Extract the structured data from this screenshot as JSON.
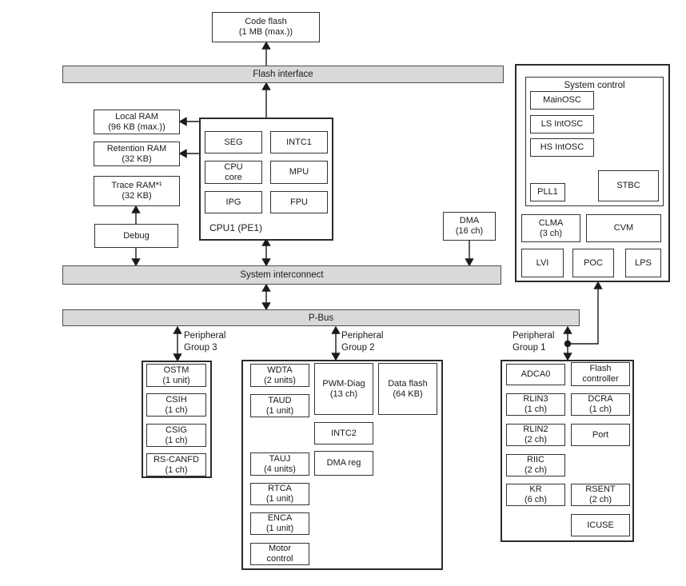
{
  "colors": {
    "bar_fill": "#d9d9d9",
    "box_border": "#333333",
    "text": "#1a1a1a"
  },
  "code_flash": {
    "l1": "Code flash",
    "l2": "(1 MB (max.))"
  },
  "buses": {
    "flash_interface": "Flash interface",
    "system_interconnect": "System interconnect",
    "p_bus": "P-Bus"
  },
  "memory": {
    "local_ram": {
      "l1": "Local RAM",
      "l2": "(96 KB (max.))"
    },
    "retention_ram": {
      "l1": "Retention RAM",
      "l2": "(32 KB)"
    },
    "trace_ram": {
      "l1": "Trace RAM*¹",
      "l2": "(32 KB)"
    },
    "debug": "Debug"
  },
  "cpu1": {
    "label": "CPU1 (PE1)",
    "seg": "SEG",
    "intc1": "INTC1",
    "cpu_core": {
      "l1": "CPU",
      "l2": "core"
    },
    "mpu": "MPU",
    "ipg": "IPG",
    "fpu": "FPU"
  },
  "dma": {
    "l1": "DMA",
    "l2": "(16 ch)"
  },
  "system_control": {
    "title": "System control",
    "mainosc": "MainOSC",
    "ls_intosc": "LS IntOSC",
    "hs_intosc": "HS IntOSC",
    "pll1": "PLL1",
    "stbc": "STBC",
    "clma": {
      "l1": "CLMA",
      "l2": "(3 ch)"
    },
    "cvm": "CVM",
    "lvi": "LVI",
    "poc": "POC",
    "lps": "LPS"
  },
  "groups": {
    "g3": {
      "label": {
        "l1": "Peripheral",
        "l2": "Group 3"
      },
      "items": {
        "ostm": {
          "l1": "OSTM",
          "l2": "(1 unit)"
        },
        "csih": {
          "l1": "CSIH",
          "l2": "(1 ch)"
        },
        "csig": {
          "l1": "CSIG",
          "l2": "(1 ch)"
        },
        "rs_canfd": {
          "l1": "RS-CANFD",
          "l2": "(1 ch)"
        }
      }
    },
    "g2": {
      "label": {
        "l1": "Peripheral",
        "l2": "Group 2"
      },
      "items": {
        "wdta": {
          "l1": "WDTA",
          "l2": "(2 units)"
        },
        "taud": {
          "l1": "TAUD",
          "l2": "(1 unit)"
        },
        "pwm_diag": {
          "l1": "PWM-Diag",
          "l2": "(13 ch)"
        },
        "data_flash": {
          "l1": "Data flash",
          "l2": "(64 KB)"
        },
        "intc2": "INTC2",
        "tauj": {
          "l1": "TAUJ",
          "l2": "(4 units)"
        },
        "dma_reg": "DMA reg",
        "rtca": {
          "l1": "RTCA",
          "l2": "(1 unit)"
        },
        "enca": {
          "l1": "ENCA",
          "l2": "(1 unit)"
        },
        "motor": {
          "l1": "Motor",
          "l2": "control"
        }
      }
    },
    "g1": {
      "label": {
        "l1": "Peripheral",
        "l2": "Group 1"
      },
      "items": {
        "adca0": "ADCA0",
        "flash_ctrl": {
          "l1": "Flash",
          "l2": "controller"
        },
        "rlin3": {
          "l1": "RLIN3",
          "l2": "(1 ch)"
        },
        "dcra": {
          "l1": "DCRA",
          "l2": "(1 ch)"
        },
        "rlin2": {
          "l1": "RLIN2",
          "l2": "(2 ch)"
        },
        "port": "Port",
        "riic": {
          "l1": "RIIC",
          "l2": "(2 ch)"
        },
        "kr": {
          "l1": "KR",
          "l2": "(6 ch)"
        },
        "rsent": {
          "l1": "RSENT",
          "l2": "(2 ch)"
        },
        "icuse": "ICUSE"
      }
    }
  }
}
